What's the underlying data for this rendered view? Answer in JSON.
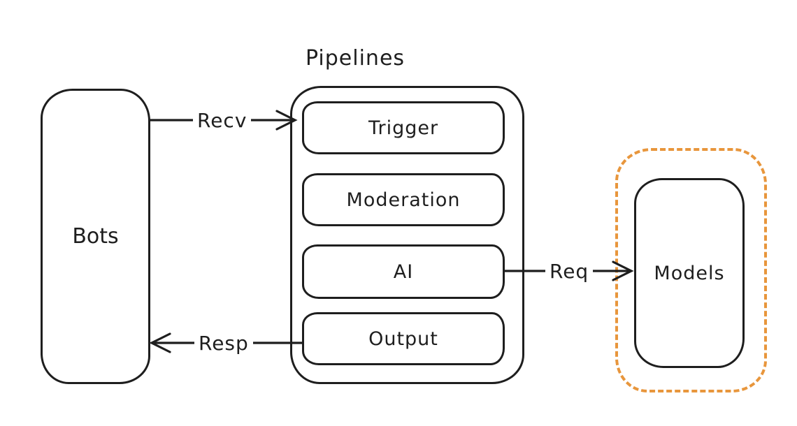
{
  "diagram": {
    "bots": {
      "label": "Bots"
    },
    "pipelines": {
      "title": "Pipelines",
      "stages": [
        {
          "label": "Trigger"
        },
        {
          "label": "Moderation"
        },
        {
          "label": "AI"
        },
        {
          "label": "Output"
        }
      ]
    },
    "models": {
      "label": "Models"
    },
    "edges": [
      {
        "label": "Recv",
        "from": "Bots",
        "to": "Trigger",
        "direction": "right"
      },
      {
        "label": "Resp",
        "from": "Output",
        "to": "Bots",
        "direction": "left"
      },
      {
        "label": "Req",
        "from": "AI",
        "to": "Models",
        "direction": "right"
      }
    ],
    "colors": {
      "stroke": "#1e1e1e",
      "models_container_dashed": "#e8963c",
      "background": "#ffffff"
    }
  }
}
